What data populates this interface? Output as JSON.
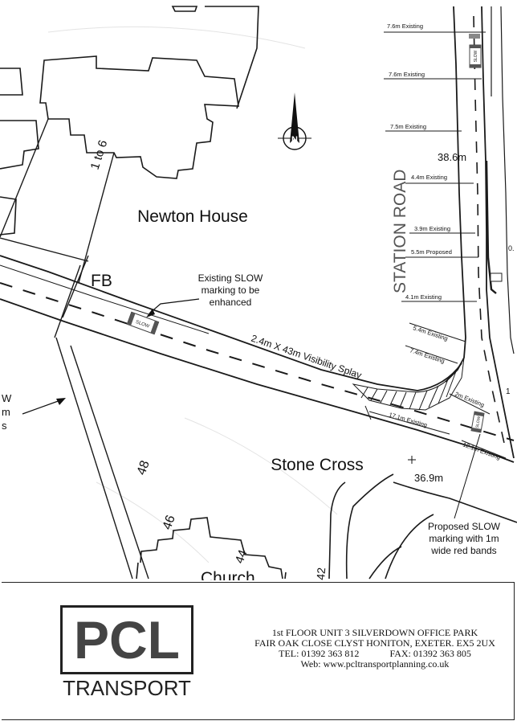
{
  "map": {
    "labels": {
      "newton_house": "Newton House",
      "one_to_six": "1 to 6",
      "fb": "FB",
      "station_road": "STATION ROAD",
      "stone_cross": "Stone Cross",
      "num_48": "48",
      "num_46": "46",
      "num_44": "44",
      "num_42": "42",
      "church_partial": "Church",
      "spot_height_1": "38.6m",
      "spot_height_2": "36.9m",
      "left_w": "W",
      "left_m": "m",
      "left_s": "s",
      "edge_0": "0.",
      "edge_1": "1"
    },
    "annotations": {
      "existing_slow_line1": "Existing SLOW",
      "existing_slow_line2": "marking to be",
      "existing_slow_line3": "enhanced",
      "visibility_splay": "2.4m X 43m Visibility Splay",
      "proposed_slow_line1": "Proposed SLOW",
      "proposed_slow_line2": "marking with 1m",
      "proposed_slow_line3": "wide red bands"
    },
    "dimensions": {
      "d1": "7.6m Existing",
      "d2": "7.6m Existing",
      "d3": "7.5m Existing",
      "d4": "4.4m Existing",
      "d5": "3.9m Existing",
      "d6": "5.5m Proposed",
      "d7": "4.1m Existing",
      "d8": "5.4m Existing",
      "d9": "7.4m Existing",
      "d10": "2m Existing",
      "d11": "17.1m Existing",
      "d12": "12.1m Existing"
    },
    "road_marking_text": "SLOW"
  },
  "footer": {
    "logo_main": "PCL",
    "logo_sub": "TRANSPORT",
    "address_line1": "1st FLOOR UNIT 3 SILVERDOWN OFFICE PARK",
    "address_line2": "FAIR OAK CLOSE CLYST HONITON, EXETER. EX5 2UX",
    "tel": "TEL: 01392 363 812",
    "fax": "FAX: 01392 363 805",
    "web": "Web: www.pcltransportplanning.co.uk"
  }
}
